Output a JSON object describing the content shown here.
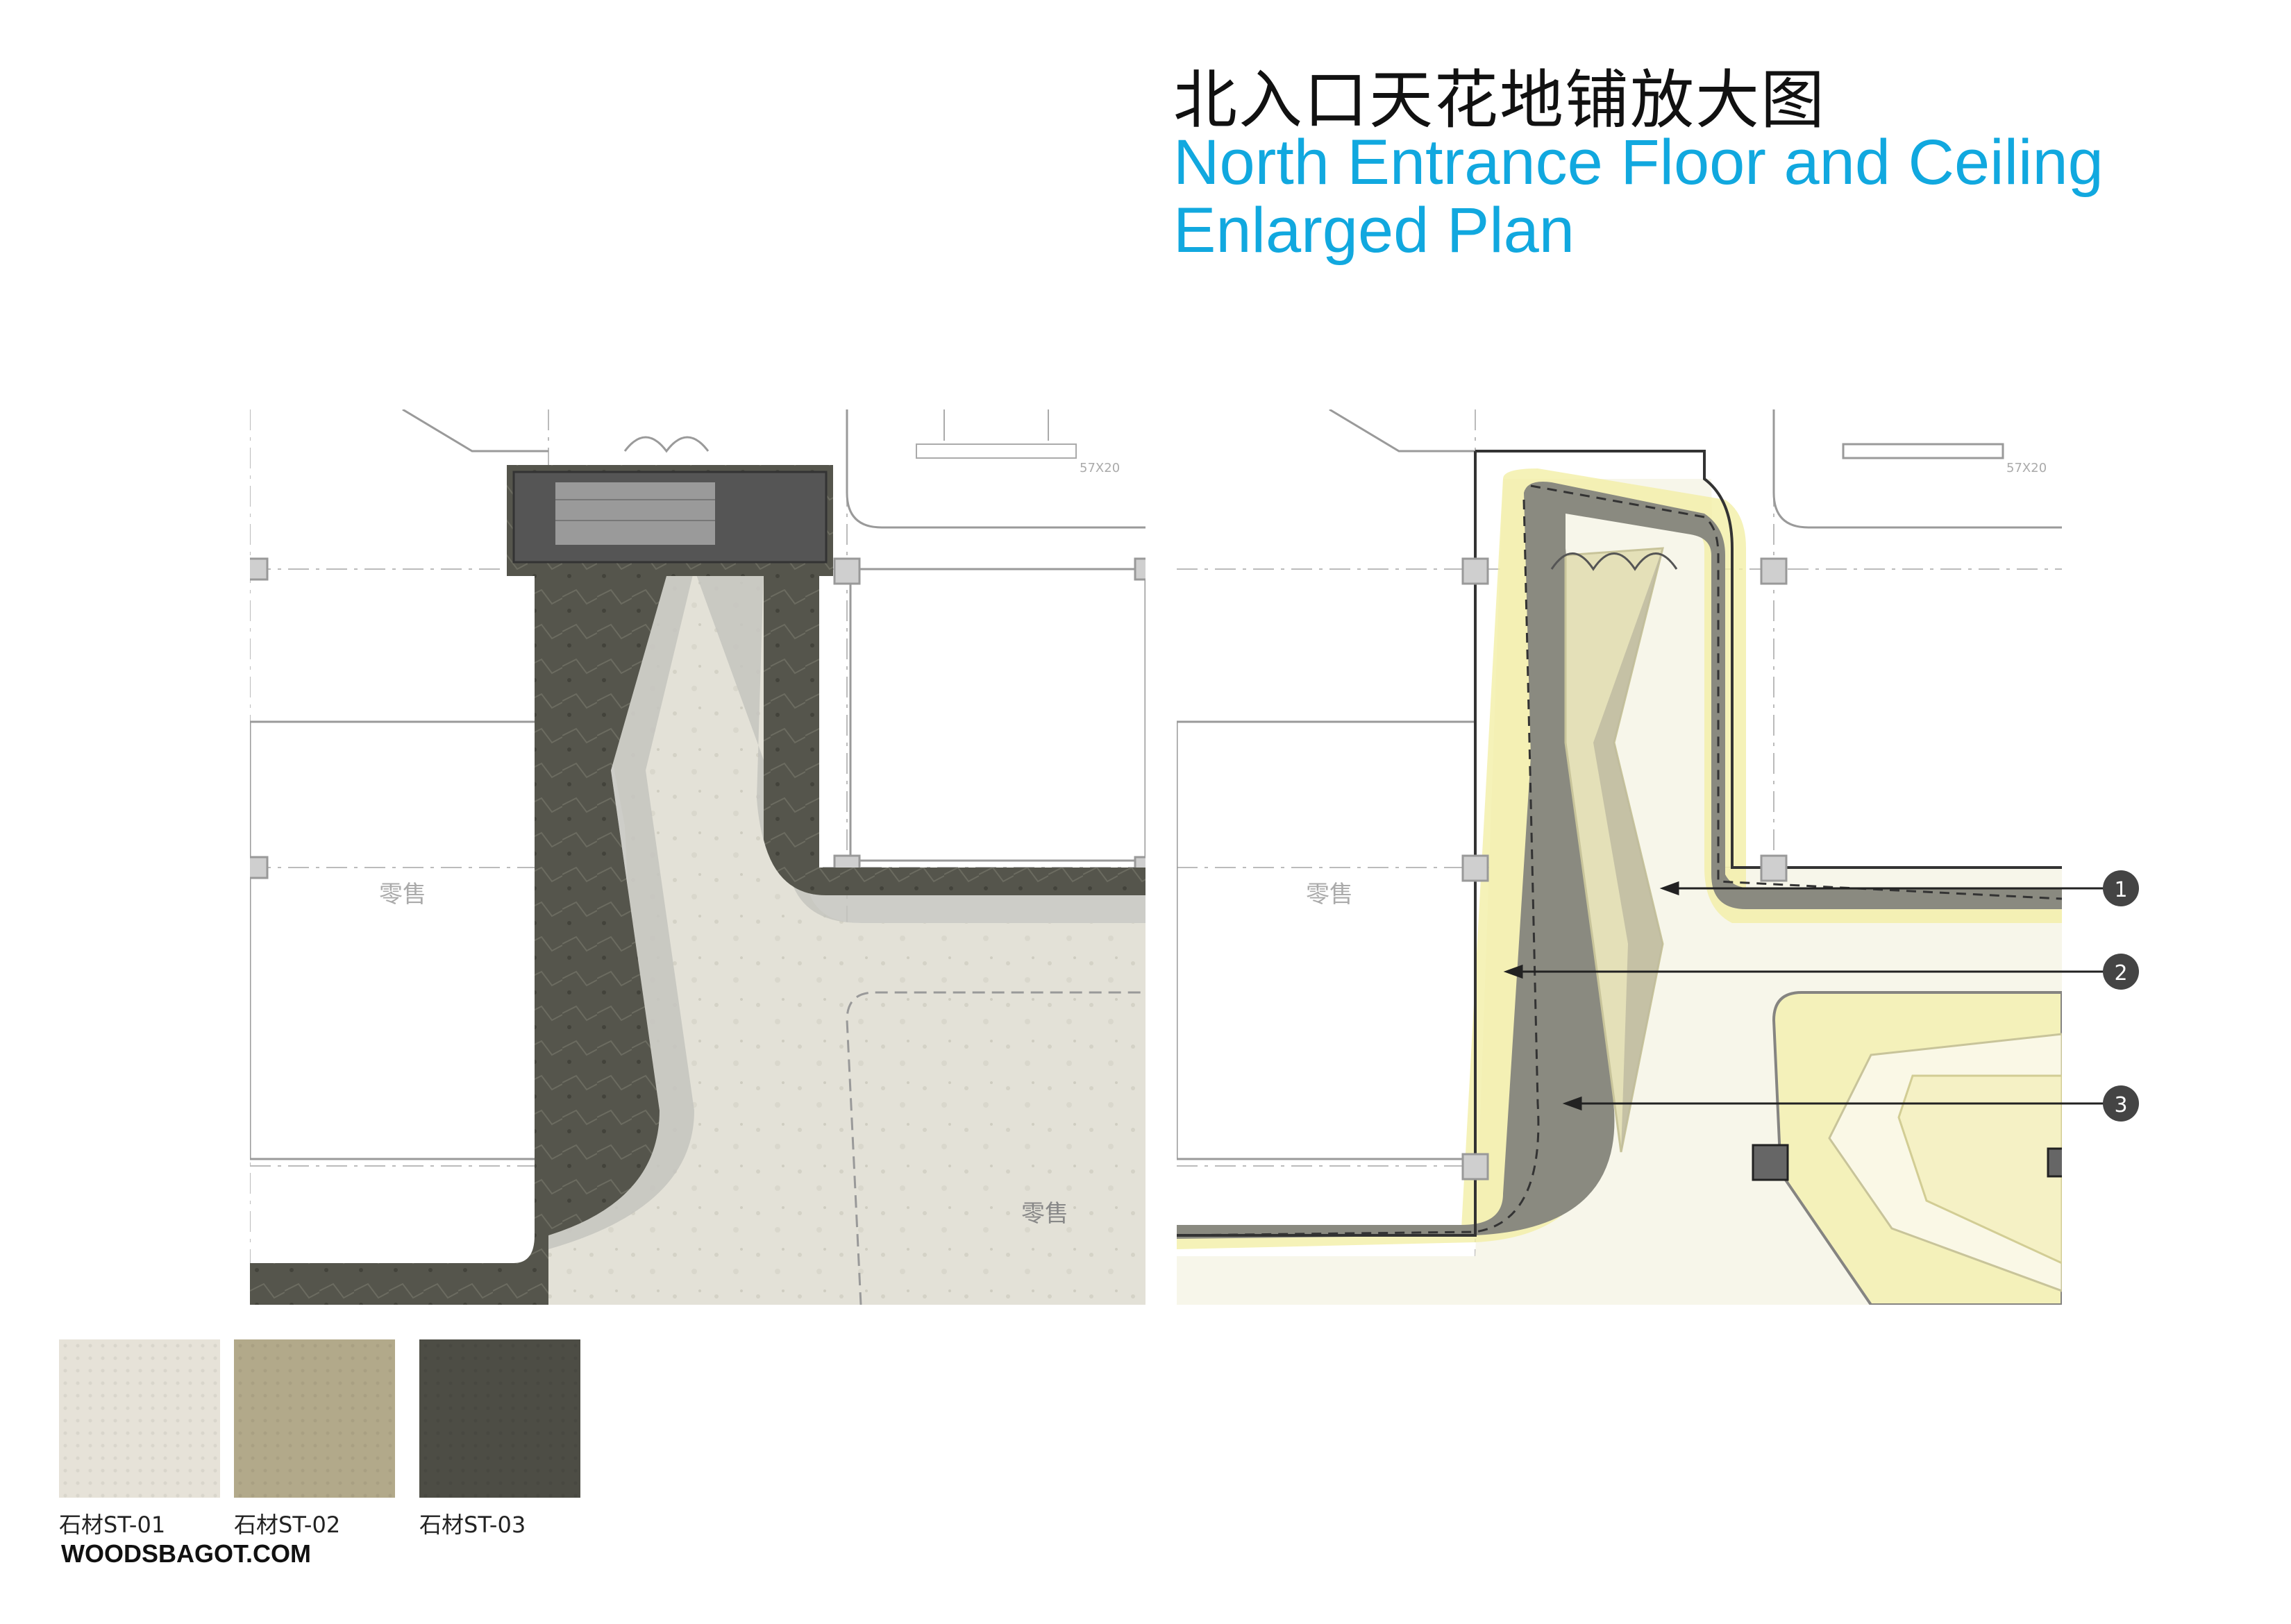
{
  "title": {
    "cn": "北入口天花地铺放大图",
    "en_line1": "North Entrance Floor and Ceiling",
    "en_line2": "Enlarged Plan"
  },
  "plans": {
    "left": {
      "room_label_a": "零售",
      "room_label_b": "零售",
      "stair_tag": "57X20"
    },
    "right": {
      "room_label_a": "零售",
      "stair_tag": "57X20",
      "callouts": [
        "1",
        "2",
        "3"
      ]
    }
  },
  "materials": [
    {
      "label": "石材ST-01",
      "color": "#e6e2d8"
    },
    {
      "label": "石材ST-02",
      "color": "#b2a98a"
    },
    {
      "label": "石材ST-03",
      "color": "#4d4d45"
    }
  ],
  "brand": "WOODSBAGOT.COM",
  "colors": {
    "accent": "#11a8df",
    "st01": "#e6e2d8",
    "st02": "#b2a98a",
    "st03": "#4d4d45",
    "glow": "#f3efa6"
  }
}
